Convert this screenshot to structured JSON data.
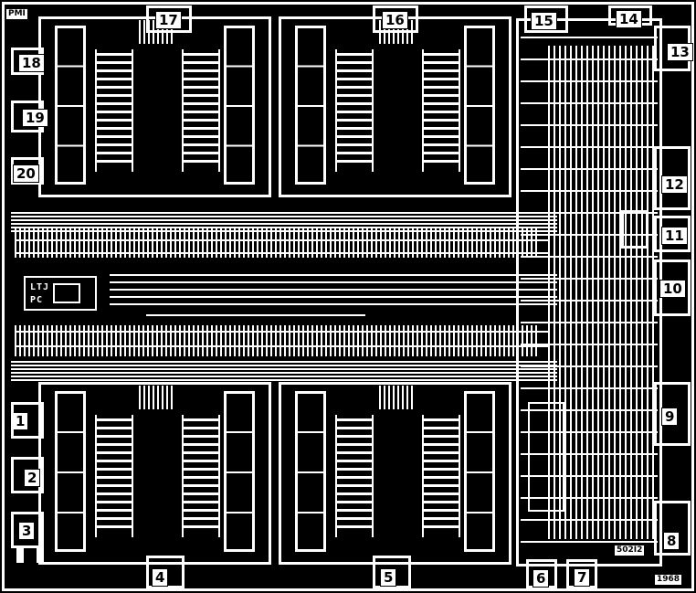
{
  "die": {
    "manufacturer_mark": "PMI",
    "logo_text": [
      "LTJ",
      "PC"
    ],
    "part_code": "502I2",
    "year": "1968",
    "colors": {
      "metal": "#ffffff",
      "background": "#000000"
    }
  },
  "pads": [
    "1",
    "2",
    "3",
    "4",
    "5",
    "6",
    "7",
    "8",
    "9",
    "10",
    "11",
    "12",
    "13",
    "14",
    "15",
    "16",
    "17",
    "18",
    "19",
    "20"
  ]
}
